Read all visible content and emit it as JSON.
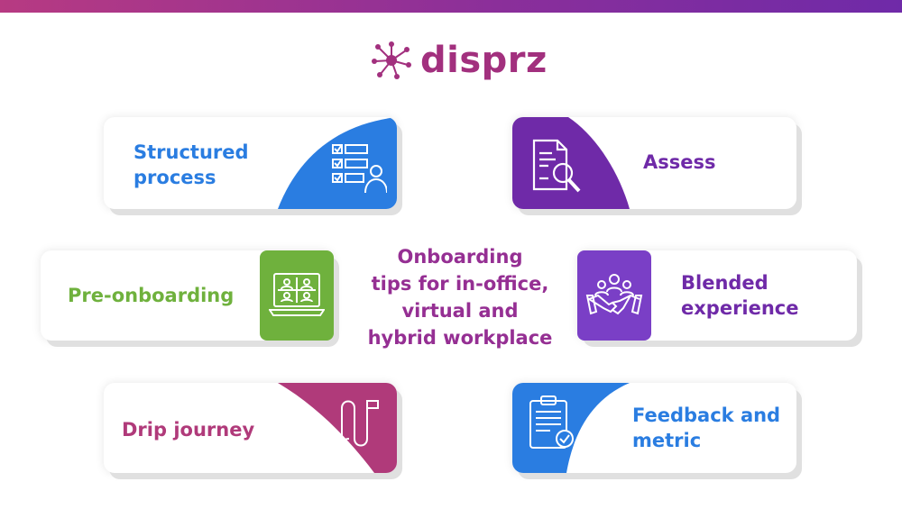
{
  "brand": {
    "name": "disprz",
    "logo_icon": "network-nodes-icon",
    "color": "#a2307e"
  },
  "header": {
    "gradient": [
      "#b73a82",
      "#6f2aa8"
    ]
  },
  "center": {
    "title": "Onboarding\ntips for in-office,\nvirtual and\nhybrid workplace",
    "color": "#952f93"
  },
  "cards": [
    {
      "id": "structured-process",
      "label": "Structured\nprocess",
      "color": "#2a7de1",
      "icon": "checklist-person-icon"
    },
    {
      "id": "assess",
      "label": "Assess",
      "color": "#6f2aa8",
      "icon": "document-magnifier-icon"
    },
    {
      "id": "pre-onboarding",
      "label": "Pre-onboarding",
      "color": "#6fb13d",
      "icon": "laptop-video-call-icon"
    },
    {
      "id": "blended-experience",
      "label": "Blended\nexperience",
      "color": "#7a3fc6",
      "icon": "handshake-team-icon"
    },
    {
      "id": "drip-journey",
      "label": "Drip journey",
      "color": "#b03a7a",
      "icon": "winding-path-ai-icon"
    },
    {
      "id": "feedback-and-metric",
      "label": "Feedback and\nmetric",
      "color": "#2a7de1",
      "icon": "clipboard-check-icon"
    }
  ]
}
